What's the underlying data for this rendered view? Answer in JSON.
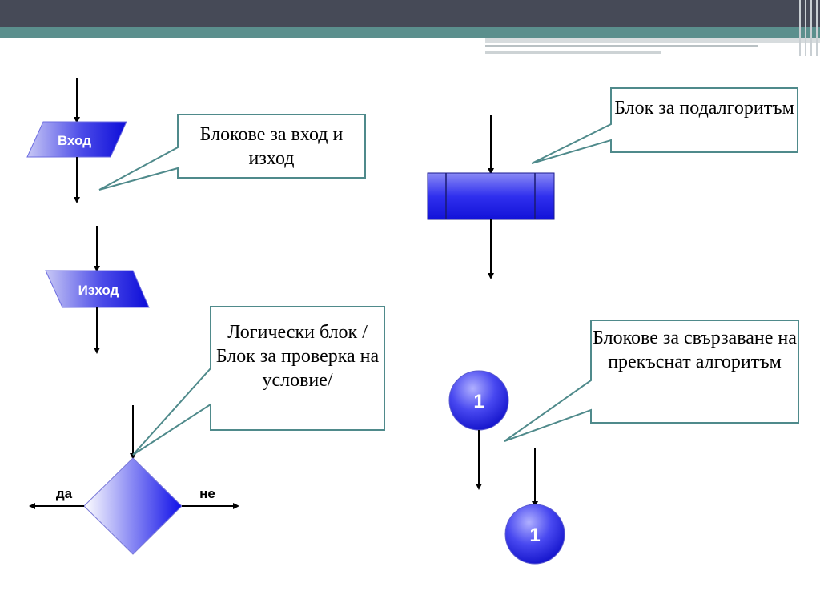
{
  "callouts": {
    "io": "Блокове за вход и изход",
    "subalgorithm": "Блок за подалгоритъм",
    "logic": "Логически блок /Блок за проверка на условие/",
    "connector": "Блокове  за свързаване на прекъснат алгоритъм"
  },
  "shapes": {
    "input_label": "Вход",
    "output_label": "Изход",
    "connector_top_label": "1",
    "connector_bottom_label": "1"
  },
  "decision": {
    "yes_label": "да",
    "no_label": "не"
  },
  "colors": {
    "shape_blue": "#1010e8",
    "shape_light": "#ffffff",
    "header_dark": "#464a57",
    "header_teal": "#5b8f8d",
    "callout_border": "#4f8a8b"
  }
}
